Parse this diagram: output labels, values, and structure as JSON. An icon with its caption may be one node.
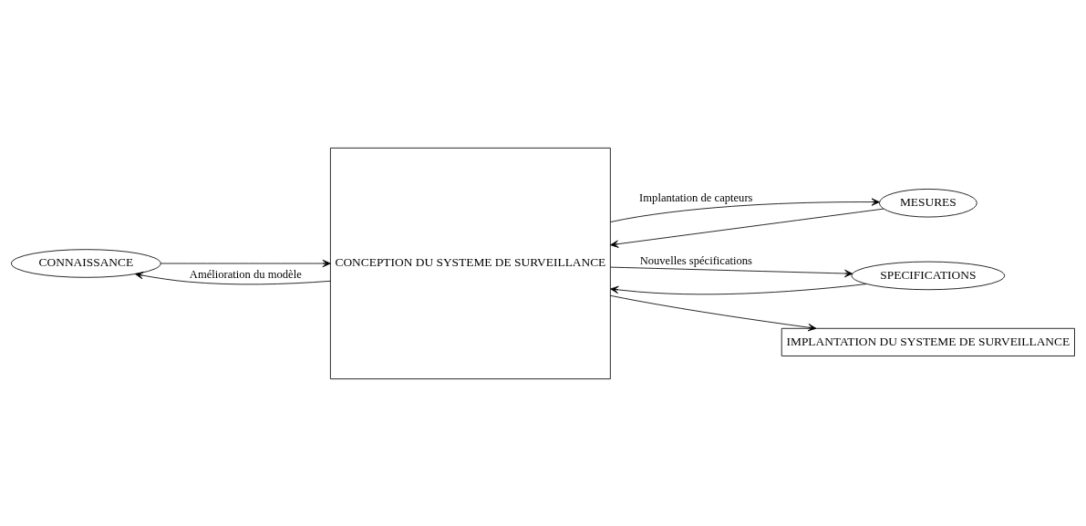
{
  "diagram": {
    "nodes": [
      {
        "text": [
          "CONNAISSANCE"
        ]
      },
      {
        "text": [
          "MESURES"
        ]
      },
      {
        "text": [
          "SPECIFICATIONS"
        ]
      },
      {
        "text": [
          "CONCEPTION DU SYSTEME DE SURVEILLANCE"
        ]
      },
      {
        "text": [
          "IMPLANTATION DU SYSTEME DE SURVEILLANCE"
        ]
      }
    ],
    "edges": [
      {
        "from": 3,
        "to": 0,
        "arrow": "to",
        "label": "Amélioration du modèle"
      },
      {
        "from": 0,
        "to": 3,
        "arrow": "to"
      },
      {
        "from": 1,
        "to": 3,
        "arrow": "to"
      },
      {
        "from": 3,
        "to": 1,
        "arrow": "to",
        "label": "Implantation de capteurs"
      },
      {
        "from": 2,
        "to": 3,
        "arrow": "to"
      },
      {
        "from": 3,
        "to": 2,
        "arrow": "to",
        "label": "Nouvelles spécifications"
      },
      {
        "from": 3,
        "to": 4,
        "arrow": "to"
      }
    ]
  }
}
